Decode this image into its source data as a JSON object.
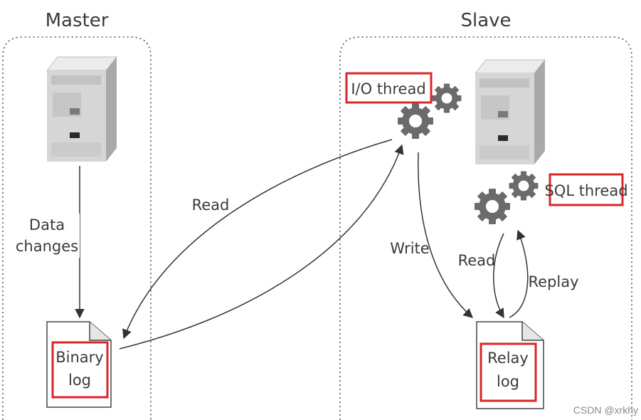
{
  "master": {
    "title": "Master",
    "data_changes_line1": "Data",
    "data_changes_line2": "changes",
    "binary_log_line1": "Binary",
    "binary_log_line2": "log"
  },
  "slave": {
    "title": "Slave",
    "io_thread": "I/O thread",
    "sql_thread": "SQL thread",
    "relay_log_line1": "Relay",
    "relay_log_line2": "log"
  },
  "arrows": {
    "read_binlog": "Read",
    "write_relay": "Write",
    "read_relay": "Read",
    "replay": "Replay"
  },
  "colors": {
    "highlight_box": "#d9262a",
    "line": "#333333",
    "gear": "#6b6b6b",
    "server_body": "#d6d6d6"
  },
  "watermark": "CSDN @xrkhy"
}
